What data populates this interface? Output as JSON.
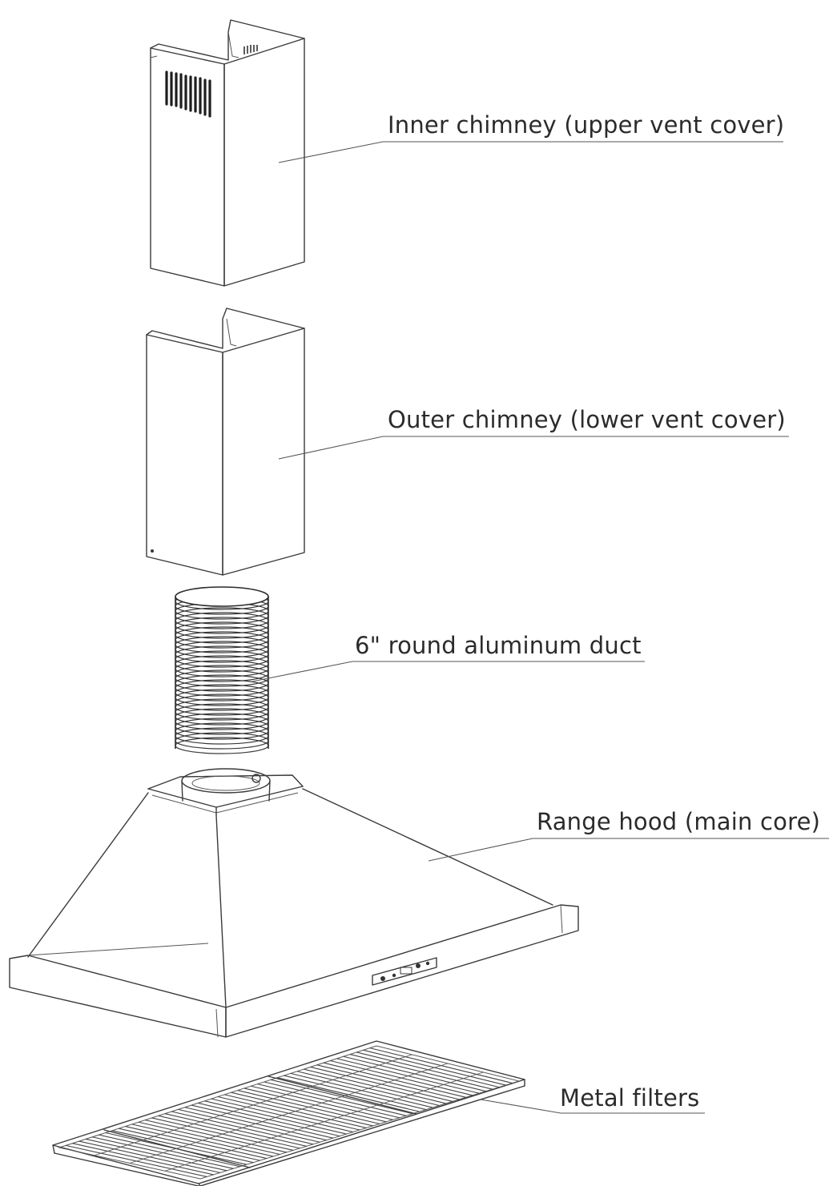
{
  "parts": [
    {
      "id": "inner-chimney",
      "label": "Inner chimney (upper vent cover)"
    },
    {
      "id": "outer-chimney",
      "label": "Outer chimney (lower vent cover)"
    },
    {
      "id": "duct",
      "label": "6\" round aluminum duct"
    },
    {
      "id": "range-hood",
      "label": "Range hood (main core)"
    },
    {
      "id": "metal-filters",
      "label": "Metal filters"
    }
  ]
}
